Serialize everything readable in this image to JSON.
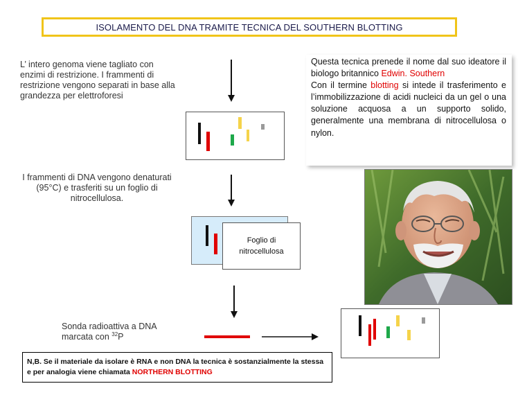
{
  "title": "ISOLAMENTO DEL  DNA TRAMITE TECNICA DEL SOUTHERN BLOTTING",
  "intro": "L’ intero genoma viene tagliato con enzimi di restrizione. I frammenti di restrizione vengono separati in base alla grandezza per elettroforesi",
  "description": {
    "p1_before": "Questa tecnica prenede il nome dal suo ideatore il biologo britannico ",
    "p1_name": "Edwin. Southern",
    "p2_before": "Con il termine ",
    "p2_term": "blotting",
    "p2_after": " si intede il trasferimento e l’immobilizzazione di acidi nucleici da un gel o una soluzione acquosa a un supporto solido, generalmente una membrana di nitrocellulosa o nylon."
  },
  "denaturation": "I frammenti di DNA vengono denaturati (95°C) e trasferiti su un foglio di nitrocellulosa.",
  "foil": {
    "line1": "Foglio di",
    "line2": "nitrocellulosa"
  },
  "probe": {
    "line1": "Sonda radioattiva a DNA",
    "line2_before": "marcata con ",
    "isotope_sup": "32",
    "isotope": "P"
  },
  "note": {
    "before": "N,B. Se il materiale da isolare è RNA e non DNA  la tecnica  è sostanzialmente la stessa e per analogia  viene chiamata ",
    "highlight": "NORTHERN BLOTTING"
  },
  "photo_dot": ".",
  "colors": {
    "title_border": "#f0c419",
    "highlight": "#e00000",
    "band_black": "#111111",
    "band_red": "#e00000",
    "band_green": "#1ea84a",
    "band_yellow": "#f5d34a",
    "band_gray": "#9a9a9a",
    "probe": "#e00000",
    "membrane": "#d6ecfa"
  }
}
